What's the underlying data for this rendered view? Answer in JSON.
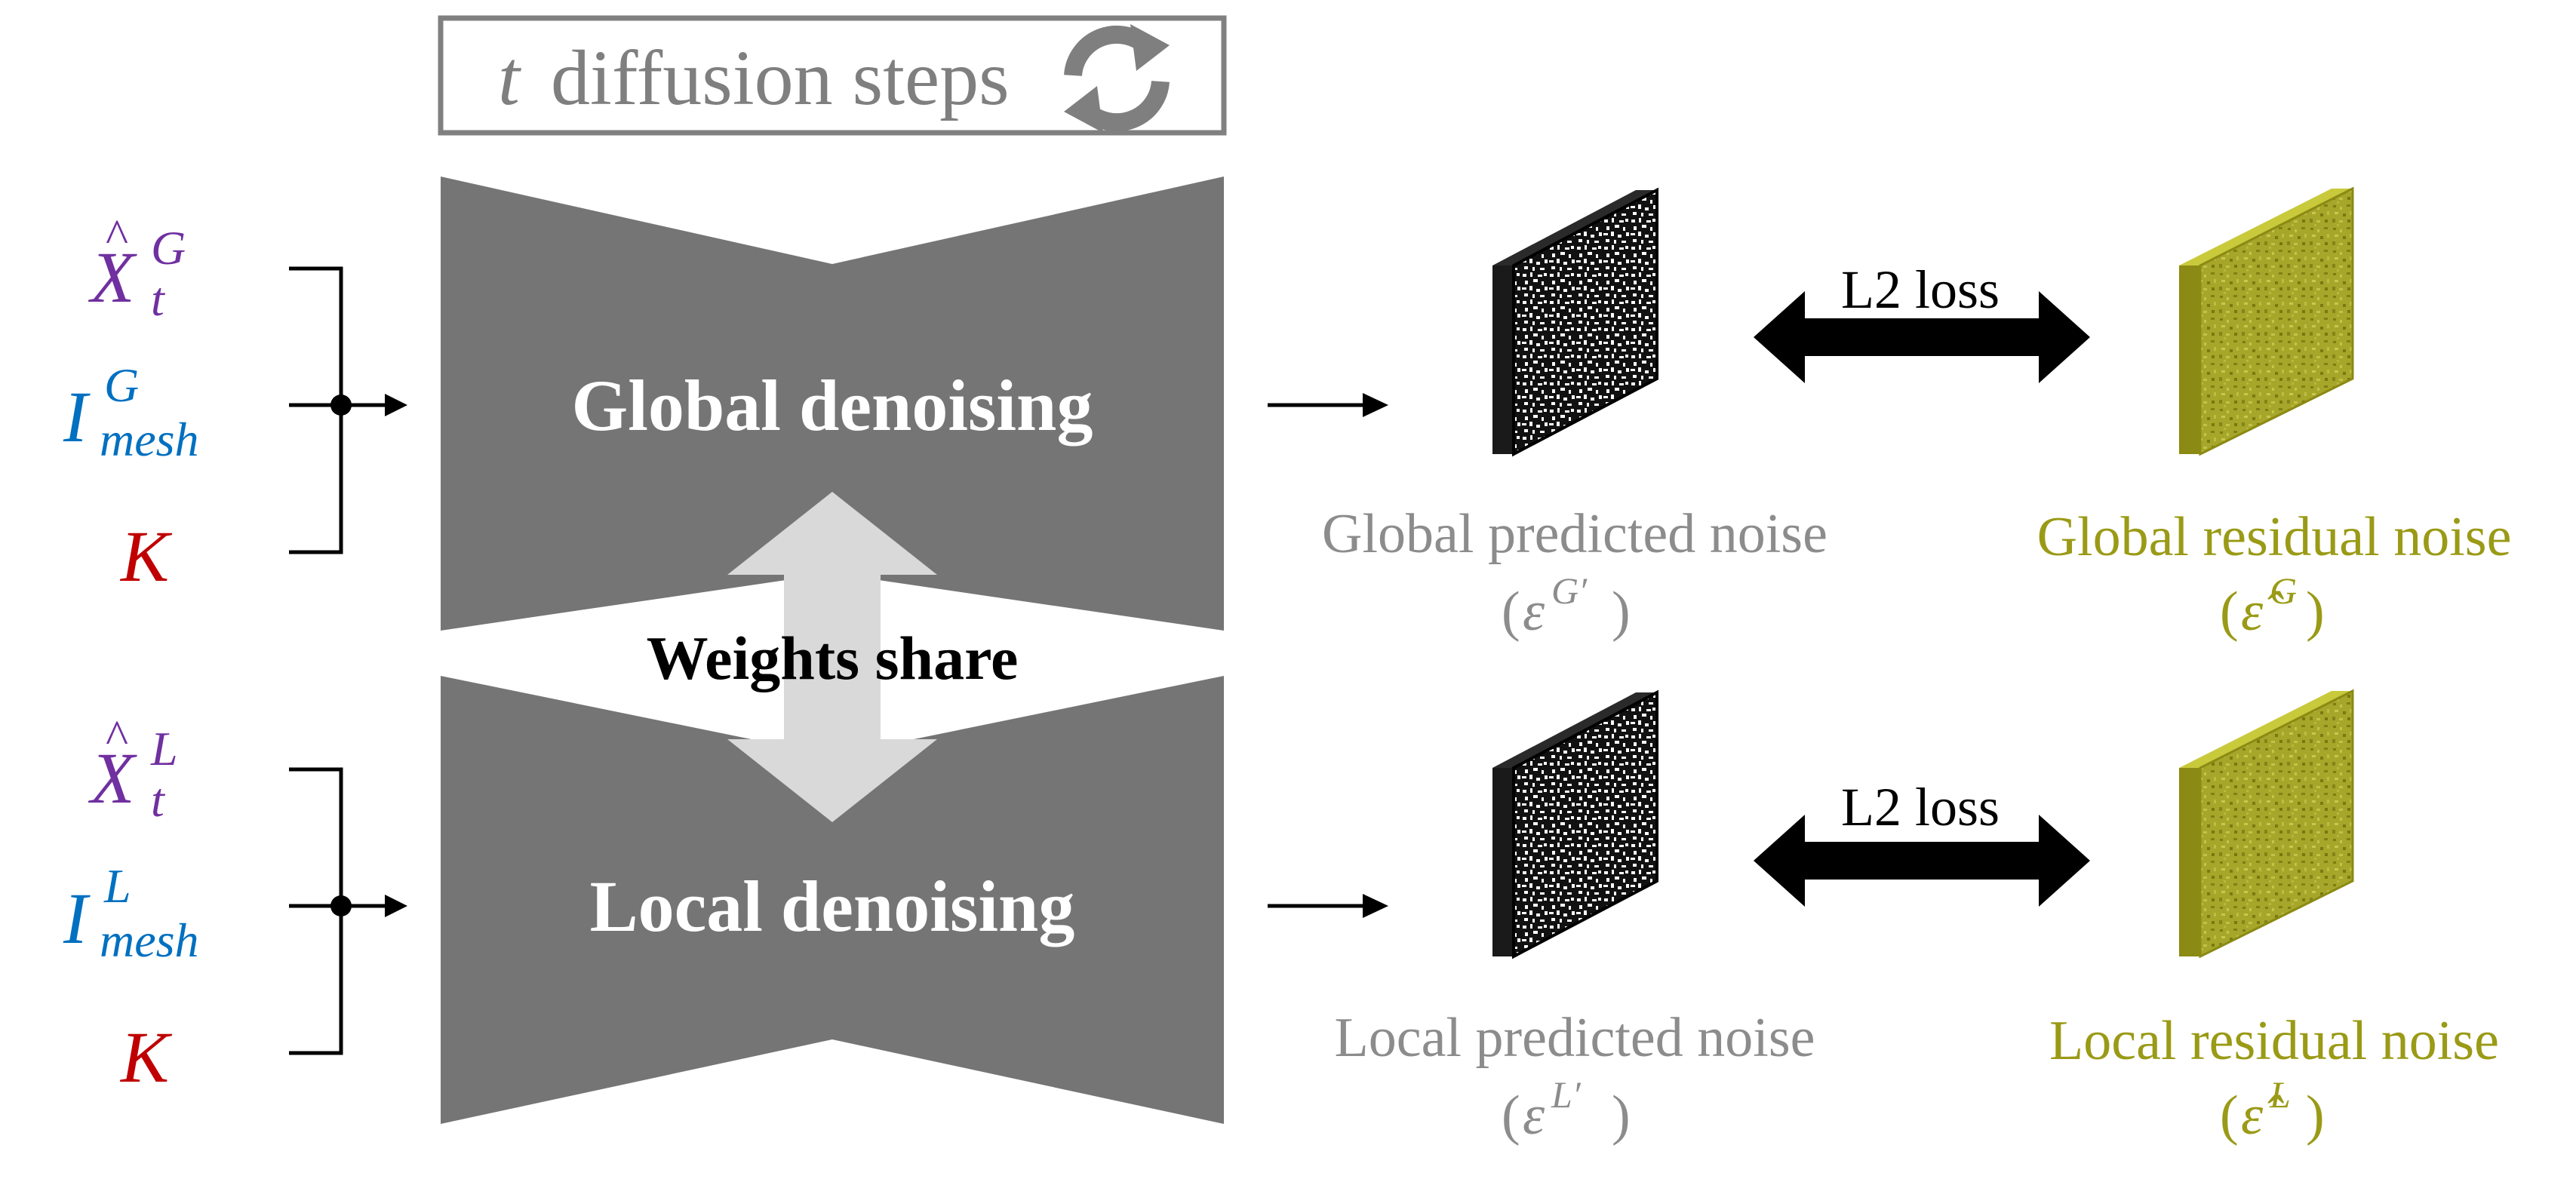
{
  "header": {
    "var": "t",
    "label": "diffusion steps",
    "icon": "refresh-icon"
  },
  "inputs": {
    "global": {
      "x": {
        "base": "X",
        "hat": "^",
        "sup": "G",
        "sub": "t"
      },
      "mesh": {
        "base": "I",
        "sup": "G",
        "sub": "mesh"
      },
      "k": "K"
    },
    "local": {
      "x": {
        "base": "X",
        "hat": "^",
        "sup": "L",
        "sub": "t"
      },
      "mesh": {
        "base": "I",
        "sup": "L",
        "sub": "mesh"
      },
      "k": "K"
    }
  },
  "blocks": {
    "global": "Global denoising",
    "local": "Local denoising",
    "share": "Weights share"
  },
  "outputs": {
    "global_pred": {
      "label": "Global predicted noise",
      "symbol": "ε",
      "sup": "G′"
    },
    "local_pred": {
      "label": "Local predicted noise",
      "symbol": "ε",
      "sup": "L′"
    },
    "global_res": {
      "label": "Global residual noise",
      "symbol": "ε̂",
      "sup": "G"
    },
    "local_res": {
      "label": "Local residual noise",
      "symbol": "ε̂",
      "sup": "L"
    }
  },
  "loss": {
    "global": "L2 loss",
    "local": "L2 loss"
  },
  "colors": {
    "purple": "#7030a0",
    "blue": "#0070c0",
    "red": "#c00000",
    "olive": "#a3a31e",
    "olive_text": "#9a9a16",
    "gray_block": "#757575",
    "gray_text": "#8c8c8c",
    "light_gray": "#d9d9d9"
  }
}
